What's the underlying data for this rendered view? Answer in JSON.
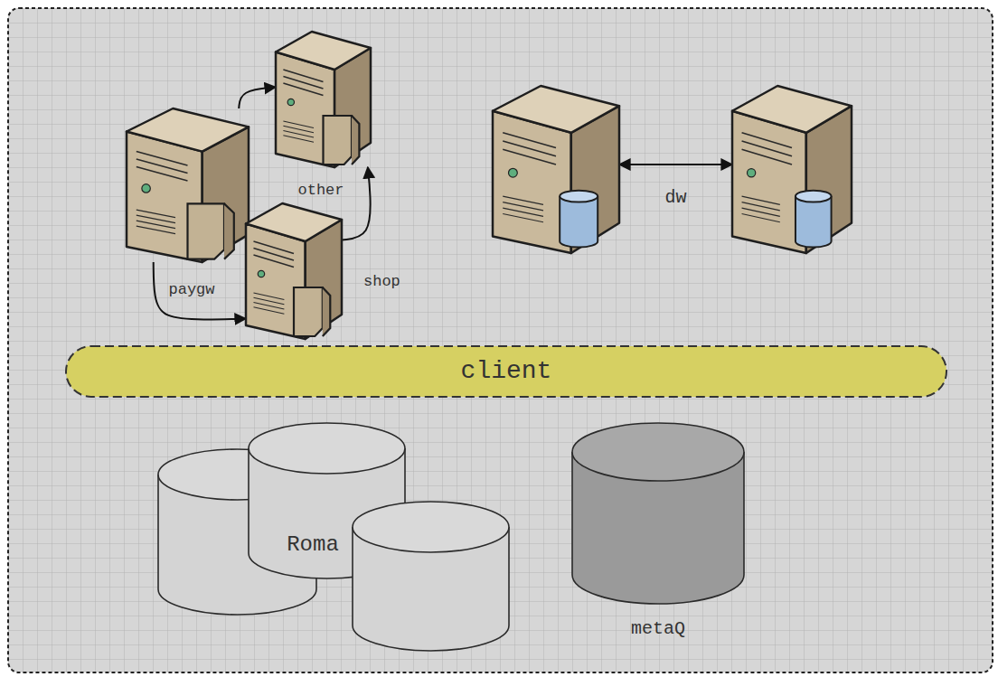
{
  "diagram": {
    "nodes": [
      {
        "text": [
          "paygw"
        ]
      },
      {
        "text": [
          "other"
        ]
      },
      {
        "text": [
          "shop"
        ]
      },
      {
        "text": []
      },
      {
        "text": []
      },
      {
        "text": [
          "client"
        ]
      },
      {
        "text": [
          "Roma"
        ]
      },
      {
        "text": [
          "metaQ"
        ]
      }
    ],
    "edges": [
      {
        "from": 0,
        "to": 1,
        "arrow": "to"
      },
      {
        "from": 0,
        "to": 2,
        "arrow": "to"
      },
      {
        "from": 2,
        "to": 1,
        "arrow": "to"
      },
      {
        "from": 3,
        "to": 4,
        "label": "dw",
        "arrow": "both"
      }
    ]
  }
}
